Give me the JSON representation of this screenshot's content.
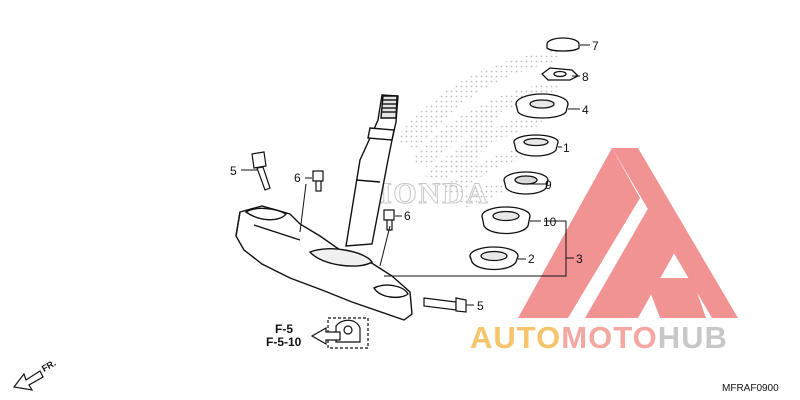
{
  "diagram": {
    "watermark_brand": "HONDA",
    "callouts": [
      "7",
      "8",
      "4",
      "1",
      "9",
      "10",
      "2",
      "3",
      "5",
      "6",
      "6",
      "5"
    ],
    "refs": [
      "F-5",
      "F-5-10"
    ],
    "direction_label": "FR.",
    "code": "MFRAF0900"
  },
  "logo": {
    "part1": "AUTO",
    "part2": "MOTO",
    "part3": "HUB",
    "colors": {
      "part1": "#f6c46a",
      "part2": "#f3a8a2",
      "part3": "#c8c8c8",
      "triangle": "#f07c7c"
    }
  }
}
